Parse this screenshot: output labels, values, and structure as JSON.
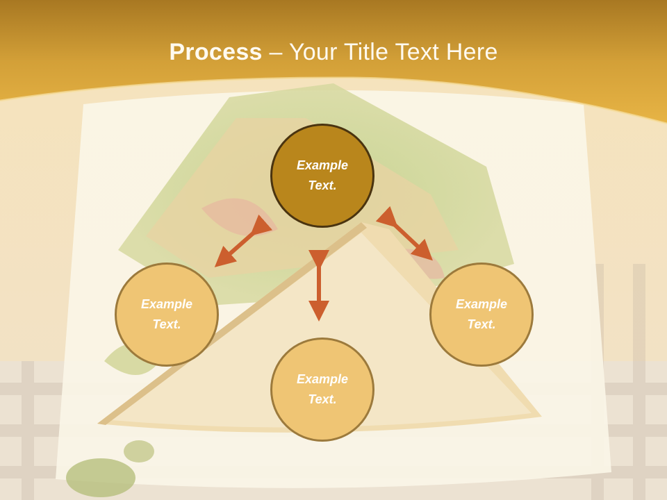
{
  "slide": {
    "title_bold": "Process",
    "title_rest": " – Your Title Text Here"
  },
  "nodes": {
    "top": "Example\nText.",
    "left": "Example\nText.",
    "right": "Example\nText.",
    "bottom": "Example\nText."
  },
  "colors": {
    "header_gold": "#d8a437",
    "top_circle_fill": "#b9861c",
    "side_circle_fill": "#efc574",
    "arrow": "#cc5f2e"
  }
}
